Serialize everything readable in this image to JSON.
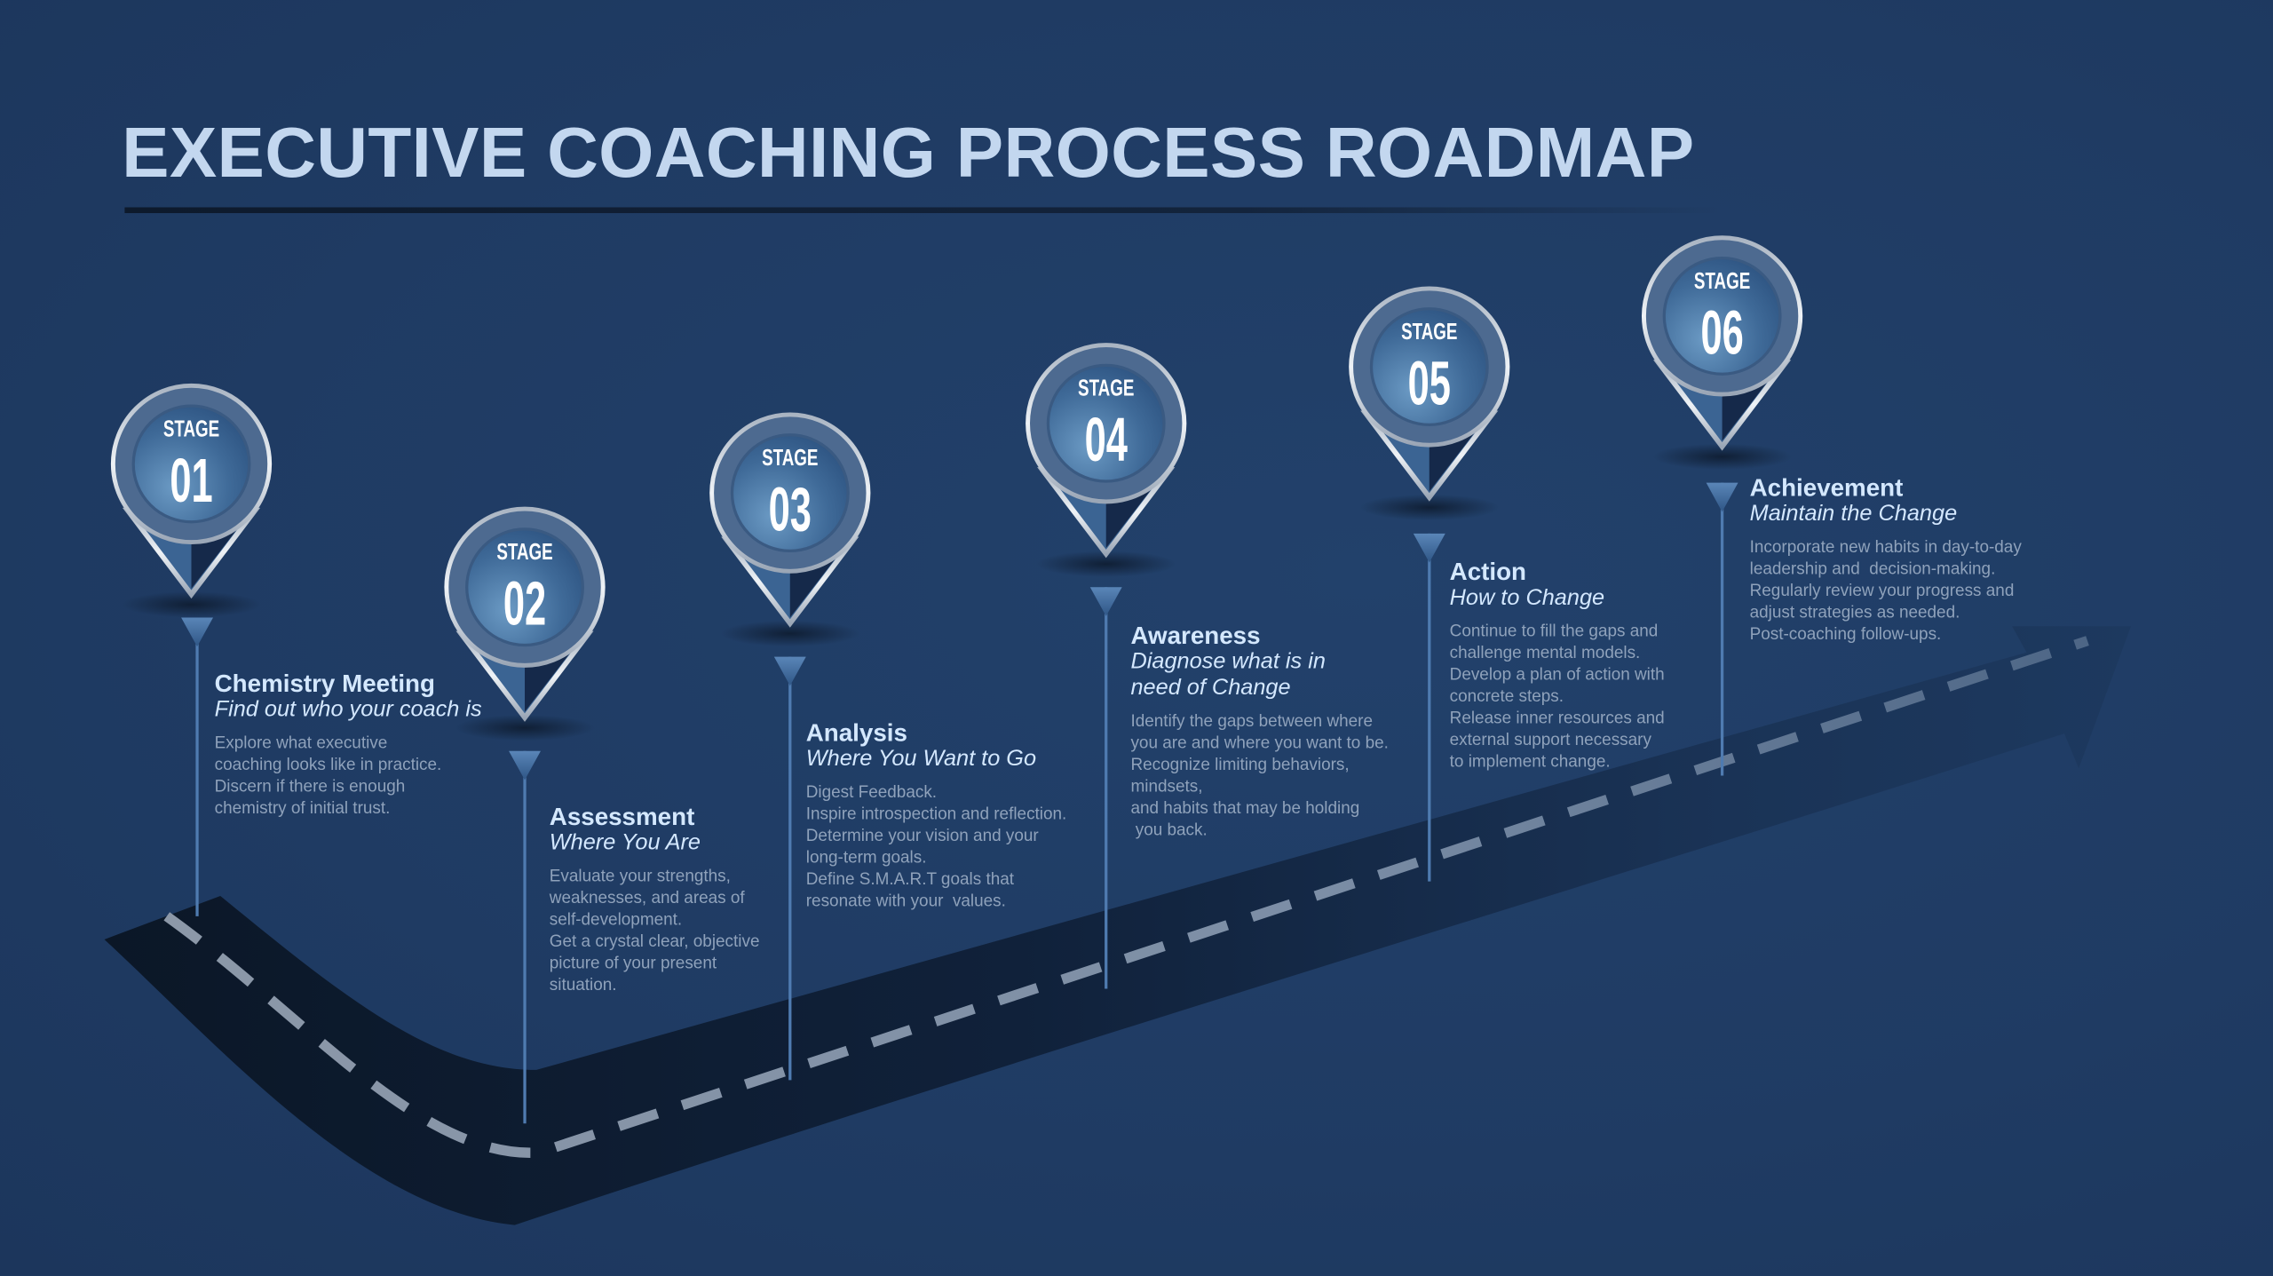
{
  "title": "EXECUTIVE COACHING PROCESS ROADMAP",
  "colors": {
    "background": "#1f3b63",
    "title": "#c3d7ef",
    "heading": "#d4e8ff",
    "body": "#8fa2bb",
    "road": "#0d1a2c",
    "dash": "#8794a6",
    "pin_ring": "#c9d2dc"
  },
  "stages": [
    {
      "stage_label": "STAGE",
      "number": "01",
      "title": "Chemistry Meeting",
      "subtitle": "Find out who your coach is",
      "body": [
        "Explore what executive",
        "coaching looks like in practice.",
        "Discern if there is enough",
        "chemistry of initial trust."
      ]
    },
    {
      "stage_label": "STAGE",
      "number": "02",
      "title": "Assessment",
      "subtitle": "Where You Are",
      "body": [
        "Evaluate your strengths,",
        "weaknesses, and areas of",
        "self-development.",
        "Get a crystal clear, objective",
        "picture of your present",
        "situation."
      ]
    },
    {
      "stage_label": "STAGE",
      "number": "03",
      "title": "Analysis",
      "subtitle": "Where You Want to Go",
      "body": [
        "Digest Feedback.",
        "Inspire introspection and reflection.",
        "Determine your vision and your",
        "long-term goals.",
        "Define S.M.A.R.T goals that",
        "resonate with your  values."
      ]
    },
    {
      "stage_label": "STAGE",
      "number": "04",
      "title": "Awareness",
      "subtitle": "Diagnose what is in|need of Change",
      "body": [
        "Identify the gaps between where",
        "you are and where you want to be.",
        "Recognize limiting behaviors,",
        "mindsets,",
        "and habits that may be holding",
        " you back."
      ]
    },
    {
      "stage_label": "STAGE",
      "number": "05",
      "title": "Action",
      "subtitle": "How to Change",
      "body": [
        "Continue to fill the gaps and",
        "challenge mental models.",
        "Develop a plan of action with",
        "concrete steps.",
        "Release inner resources and",
        "external support necessary",
        "to implement change."
      ]
    },
    {
      "stage_label": "STAGE",
      "number": "06",
      "title": "Achievement",
      "subtitle": "Maintain the Change",
      "body": [
        "Incorporate new habits in day-to-day",
        "leadership and  decision-making.",
        "Regularly review your progress and",
        "adjust strategies as needed.",
        "Post-coaching follow-ups."
      ]
    }
  ]
}
